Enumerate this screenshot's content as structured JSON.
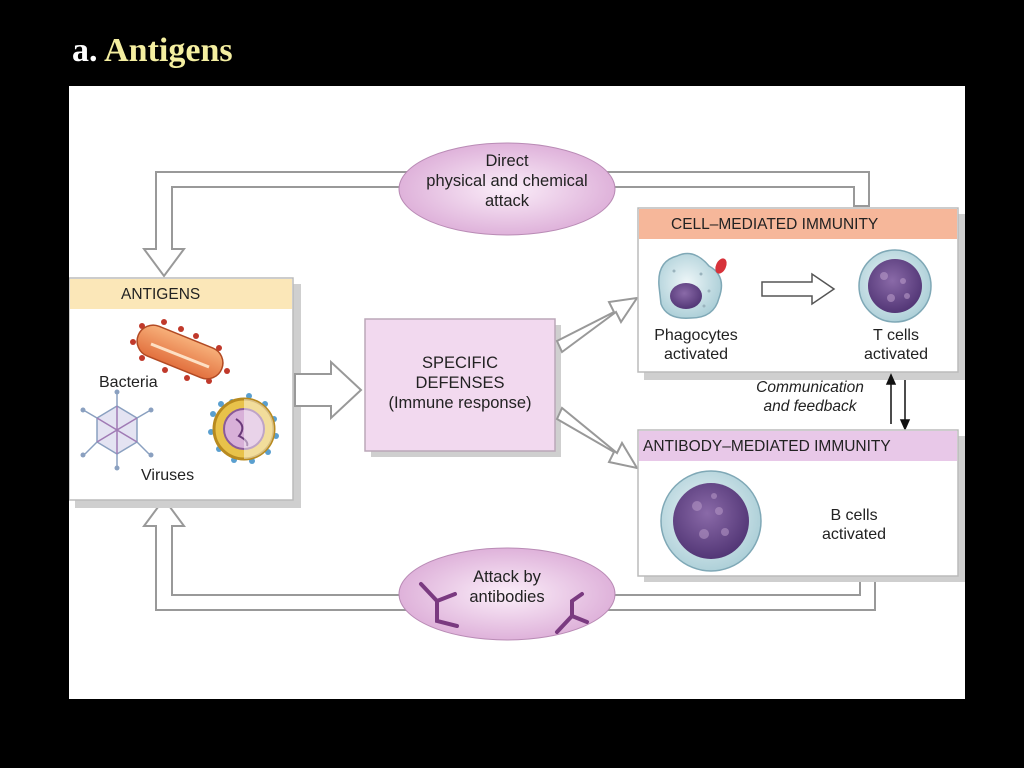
{
  "slide": {
    "prefix": "a.",
    "title": "Antigens"
  },
  "diagram": {
    "attack_direct": [
      "Direct",
      "physical and chemical",
      "attack"
    ],
    "attack_antibodies": [
      "Attack by",
      "antibodies"
    ],
    "antigens": {
      "header": "ANTIGENS",
      "bacteria": "Bacteria",
      "viruses": "Viruses"
    },
    "specific_defenses": [
      "SPECIFIC",
      "DEFENSES",
      "(Immune response)"
    ],
    "cell_mediated": {
      "header": "CELL–MEDIATED IMMUNITY",
      "phagocytes": [
        "Phagocytes",
        "activated"
      ],
      "t_cells": [
        "T cells",
        "activated"
      ]
    },
    "communication": [
      "Communication",
      "and feedback"
    ],
    "antibody_mediated": {
      "header": "ANTIBODY–MEDIATED IMMUNITY",
      "b_cells": [
        "B cells",
        "activated"
      ]
    }
  },
  "colors": {
    "header_antigens": "#fbe7b8",
    "header_cell": "#f6b79a",
    "header_antibody": "#e8c8e8",
    "specific_box": "#f2d9ef",
    "ellipse": "#e7b6e0",
    "arrow_stroke": "#999999"
  }
}
